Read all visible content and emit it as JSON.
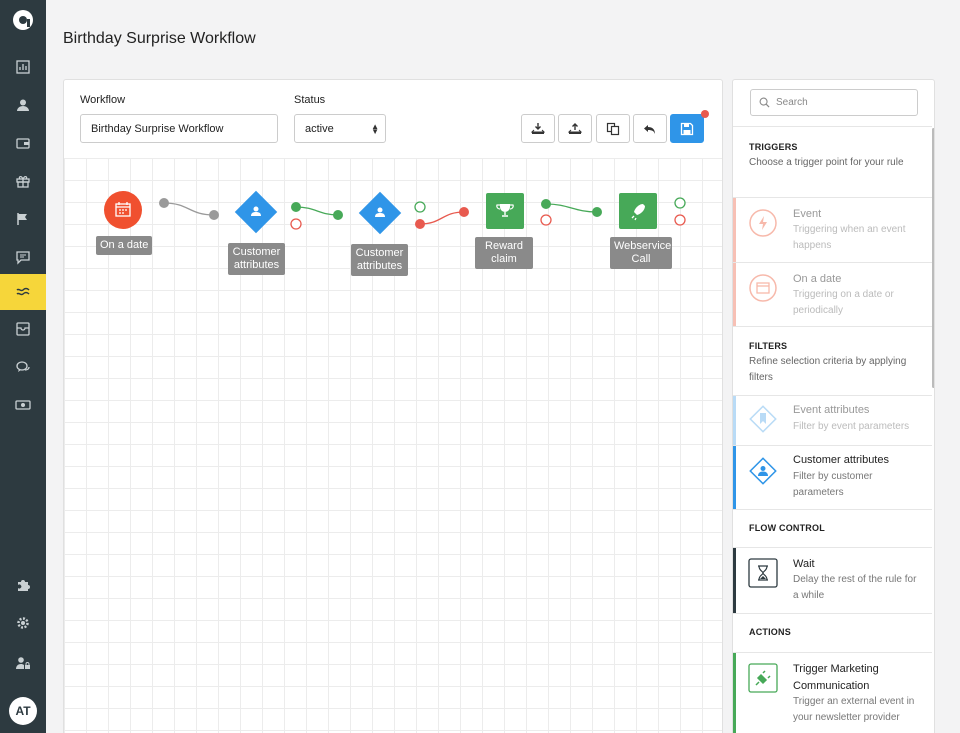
{
  "page": {
    "title": "Birthday Surprise Workflow"
  },
  "nav": {
    "logo": "logo-a",
    "items": [
      "dashboard-icon",
      "user-icon",
      "wallet-icon",
      "gift-icon",
      "flag-icon",
      "message-icon",
      "workflow-icon",
      "inbox-icon",
      "chat-icon",
      "money-icon"
    ],
    "bottom": [
      "puzzle-icon",
      "gear-icon",
      "user-lock-icon"
    ],
    "avatar": "AT",
    "active_color": "#f6d63a"
  },
  "form": {
    "workflow_label": "Workflow",
    "workflow_value": "Birthday Surprise Workflow",
    "status_label": "Status",
    "status_value": "active"
  },
  "toolbar": [
    "download-icon",
    "upload-icon",
    "copy-icon",
    "undo-icon",
    "save-icon"
  ],
  "nodes": [
    {
      "label": "On a date",
      "color": "#f0502f",
      "icon": "calendar-icon"
    },
    {
      "label": "Customer attributes",
      "color": "#2f95e8",
      "icon": "user-icon"
    },
    {
      "label": "Customer attributes",
      "color": "#2f95e8",
      "icon": "user-icon"
    },
    {
      "label": "Reward claim",
      "color": "#47a958",
      "icon": "trophy-icon"
    },
    {
      "label": "Webservice Call",
      "color": "#47a958",
      "icon": "rocket-icon"
    }
  ],
  "sidebar": {
    "search_placeholder": "Search",
    "triggers": {
      "title": "TRIGGERS",
      "desc": "Choose a trigger point for your rule",
      "items": [
        {
          "title": "Event",
          "desc": "Triggering when an event happens"
        },
        {
          "title": "On a date",
          "desc": "Triggering on a date or periodically"
        }
      ]
    },
    "filters": {
      "title": "FILTERS",
      "desc": "Refine selection criteria by applying filters",
      "items": [
        {
          "title": "Event attributes",
          "desc": "Filter by event parameters"
        },
        {
          "title": "Customer attributes",
          "desc": "Filter by customer parameters"
        }
      ]
    },
    "flow": {
      "title": "FLOW CONTROL",
      "items": [
        {
          "title": "Wait",
          "desc": "Delay the rest of the rule for a while"
        }
      ]
    },
    "actions": {
      "title": "ACTIONS",
      "items": [
        {
          "title": "Trigger Marketing Communication",
          "desc": "Trigger an external event in your newsletter provider"
        }
      ]
    }
  }
}
